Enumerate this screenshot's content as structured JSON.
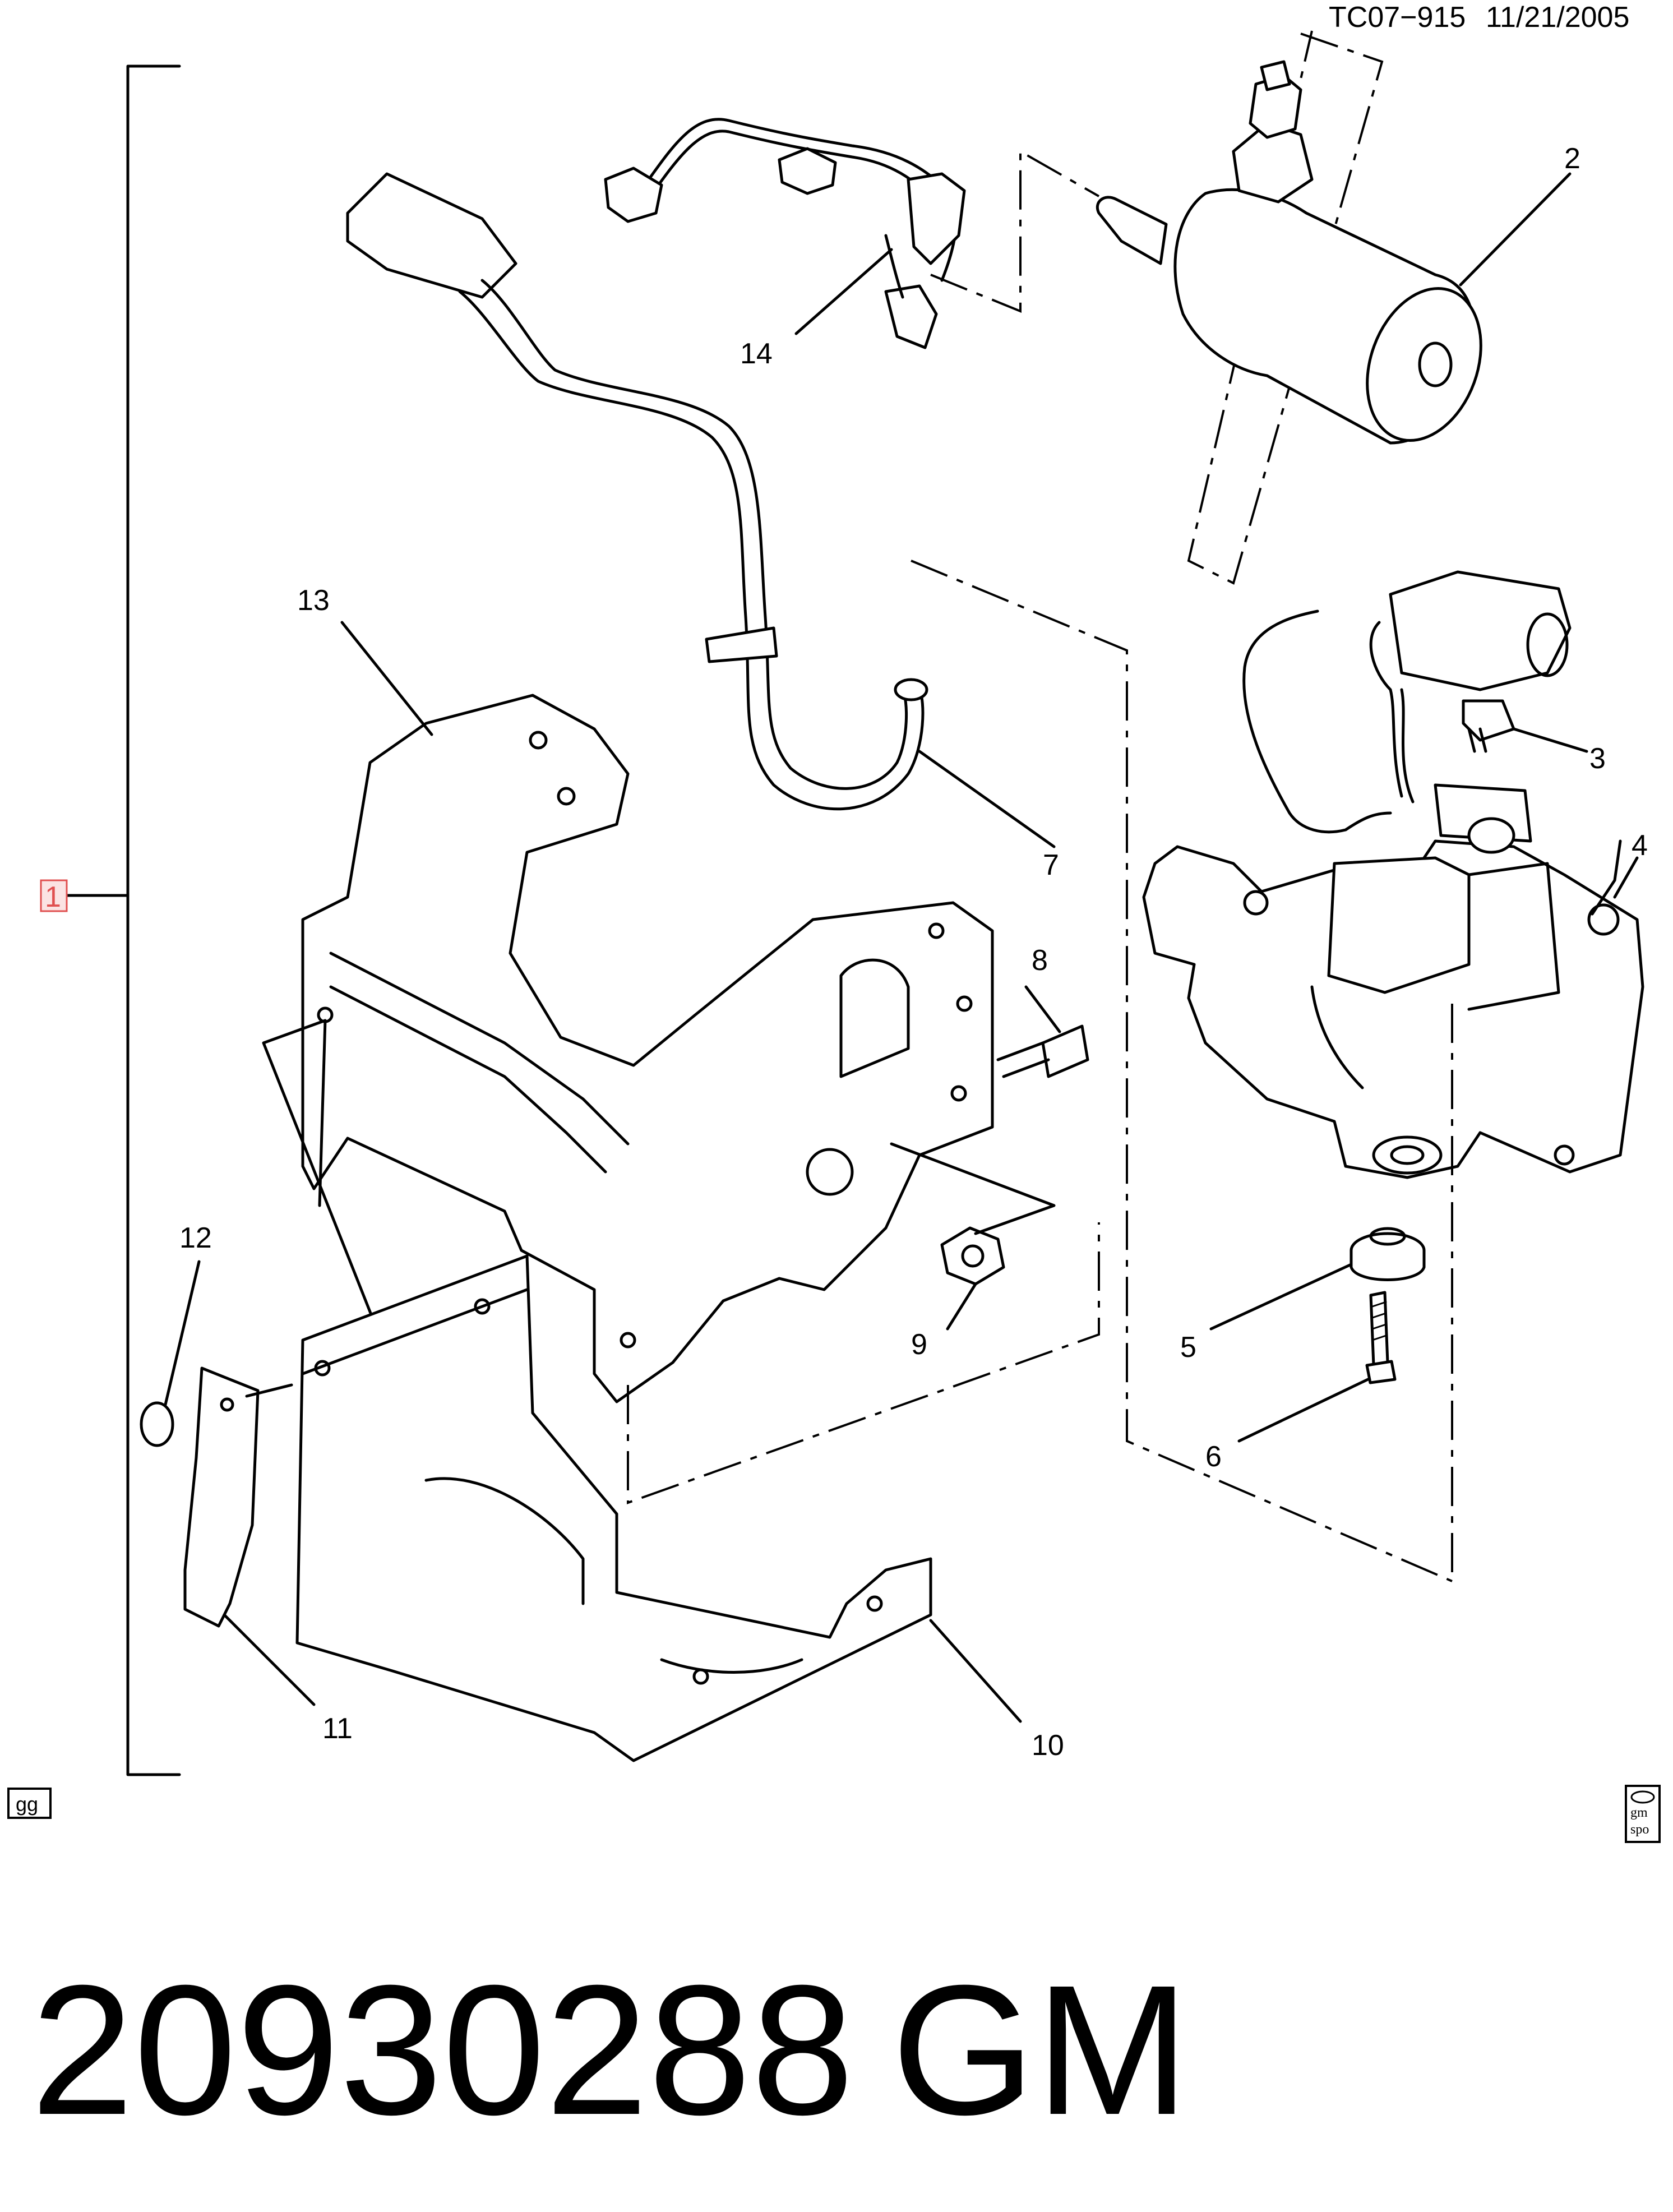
{
  "header": {
    "drawing_id": "TC07−915",
    "date": "11/21/2005"
  },
  "callouts": {
    "c1": "1",
    "c2": "2",
    "c3": "3",
    "c4": "4",
    "c5": "5",
    "c6": "6",
    "c7": "7",
    "c8": "8",
    "c9": "9",
    "c10": "10",
    "c11": "11",
    "c12": "12",
    "c13": "13",
    "c14": "14"
  },
  "badges": {
    "left": "gg",
    "right_top": "gm",
    "right_bottom": "spo"
  },
  "footer": {
    "part_number": "20930288",
    "brand": "GM"
  },
  "colors": {
    "callout_highlight": "#e05050",
    "ink": "#000000"
  }
}
